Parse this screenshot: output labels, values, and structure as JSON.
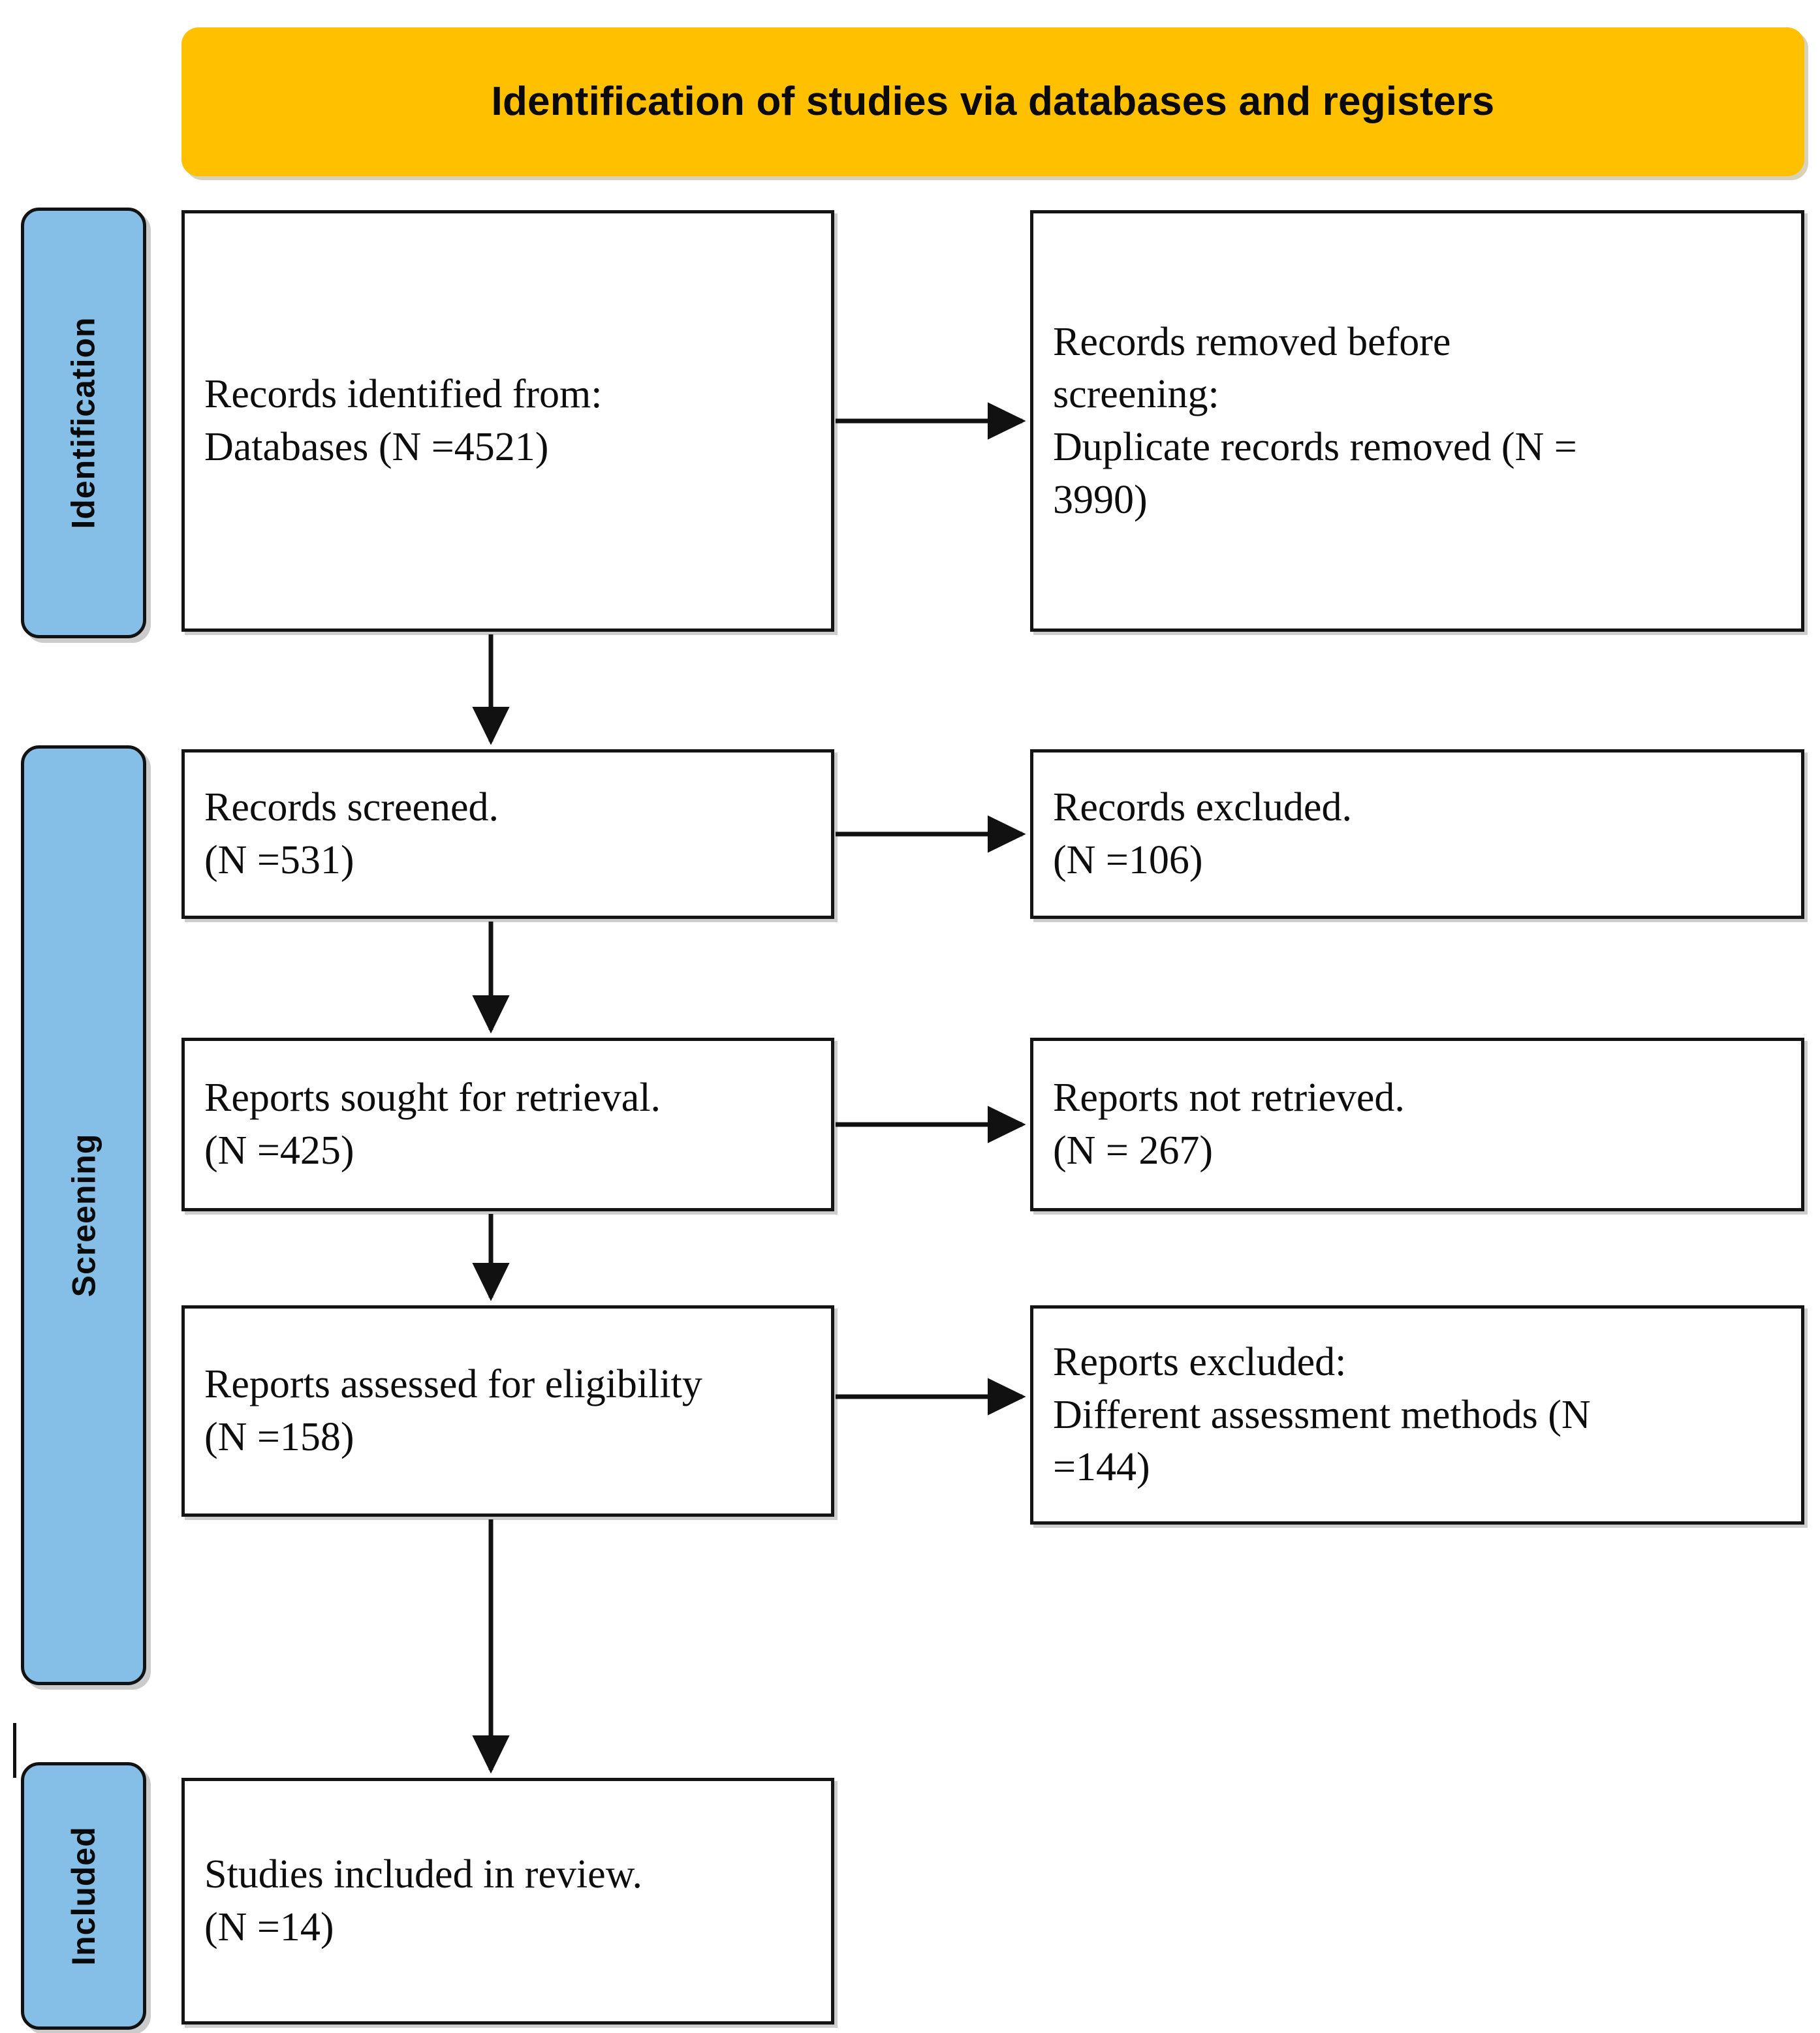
{
  "banner": {
    "title": "Identification of studies via databases and registers",
    "color": "#FFC000"
  },
  "stages": [
    {
      "key": "identification",
      "label": "Identification",
      "color": "#85BFE8"
    },
    {
      "key": "screening",
      "label": "Screening",
      "color": "#85BFE8"
    },
    {
      "key": "included",
      "label": "Included",
      "color": "#85BFE8"
    }
  ],
  "boxes": {
    "identified": {
      "line1": "Records identified from:",
      "line2": "Databases (N =4521)"
    },
    "removed": {
      "line1": "Records removed before",
      "line2": "screening:",
      "line3": "Duplicate records removed (N =",
      "line4": "3990)"
    },
    "screened": {
      "line1": "Records screened.",
      "line2": "(N =531)"
    },
    "excluded": {
      "line1": "Records excluded.",
      "line2": "(N =106)"
    },
    "sought": {
      "line1": "Reports sought for retrieval.",
      "line2": "(N =425)"
    },
    "not_retrieved": {
      "line1": "Reports not retrieved.",
      "line2": "(N = 267)"
    },
    "assessed": {
      "line1": "Reports assessed for eligibility",
      "line2": "(N =158)"
    },
    "reports_excluded": {
      "line1": "Reports excluded:",
      "line2": "Different assessment methods (N",
      "line3": "=144)"
    },
    "included": {
      "line1": "Studies included in review.",
      "line2": "(N =14)"
    }
  },
  "chart_data": {
    "type": "diagram",
    "title": "Identification of studies via databases and registers",
    "nodes": [
      {
        "id": "identified",
        "stage": "Identification",
        "label": "Records identified from: Databases",
        "n": 4521
      },
      {
        "id": "removed",
        "stage": "Identification",
        "label": "Records removed before screening: Duplicate records removed",
        "n": 3990
      },
      {
        "id": "screened",
        "stage": "Screening",
        "label": "Records screened.",
        "n": 531
      },
      {
        "id": "excluded",
        "stage": "Screening",
        "label": "Records excluded.",
        "n": 106
      },
      {
        "id": "sought",
        "stage": "Screening",
        "label": "Reports sought for retrieval.",
        "n": 425
      },
      {
        "id": "not_retrieved",
        "stage": "Screening",
        "label": "Reports not retrieved.",
        "n": 267
      },
      {
        "id": "assessed",
        "stage": "Screening",
        "label": "Reports assessed for eligibility",
        "n": 158
      },
      {
        "id": "reports_excluded",
        "stage": "Screening",
        "label": "Reports excluded: Different assessment methods",
        "n": 144
      },
      {
        "id": "included",
        "stage": "Included",
        "label": "Studies included in review.",
        "n": 14
      }
    ],
    "edges": [
      {
        "from": "identified",
        "to": "removed",
        "dir": "right"
      },
      {
        "from": "identified",
        "to": "screened",
        "dir": "down"
      },
      {
        "from": "screened",
        "to": "excluded",
        "dir": "right"
      },
      {
        "from": "screened",
        "to": "sought",
        "dir": "down"
      },
      {
        "from": "sought",
        "to": "not_retrieved",
        "dir": "right"
      },
      {
        "from": "sought",
        "to": "assessed",
        "dir": "down"
      },
      {
        "from": "assessed",
        "to": "reports_excluded",
        "dir": "right"
      },
      {
        "from": "assessed",
        "to": "included",
        "dir": "down"
      }
    ]
  }
}
